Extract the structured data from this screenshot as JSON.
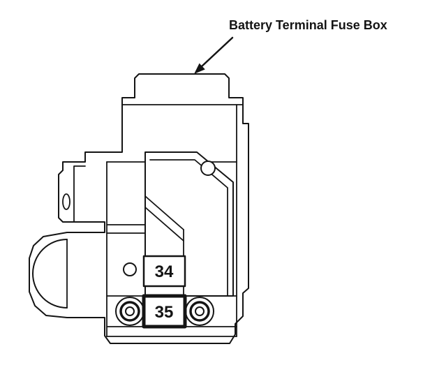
{
  "page": {
    "background": "#ffffff",
    "line_color": "#141414"
  },
  "diagram": {
    "title": "Battery Terminal Fuse Box",
    "fuses": [
      {
        "id": "34"
      },
      {
        "id": "35"
      }
    ]
  }
}
